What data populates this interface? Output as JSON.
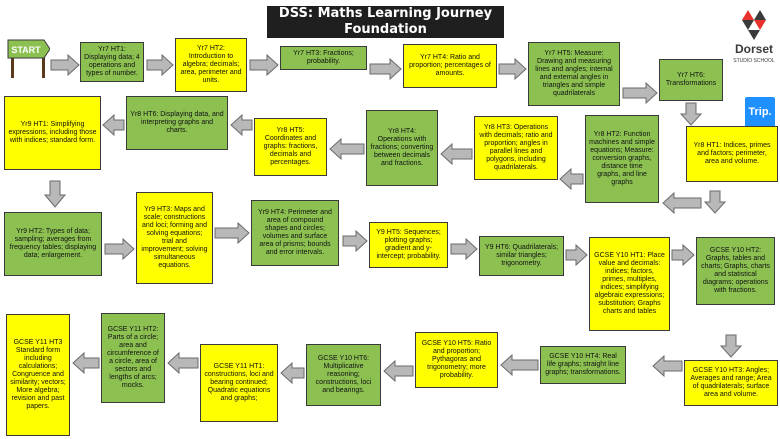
{
  "title": {
    "line1": "DSS: Maths Learning Journey",
    "line2": "Foundation"
  },
  "logo": {
    "name": "Dorset",
    "sub": "STUDIO SCHOOL"
  },
  "start_sign": "START",
  "trip_badge": "Trip.",
  "colors": {
    "yellow": "#ffff00",
    "green": "#8cc152",
    "arrow": "#b8b8b8",
    "title_bg": "#1f1f1f"
  },
  "boxes": {
    "y7ht1": "Yr7 HT1: Displaying data; 4 operations and types of number.",
    "y7ht2": "Yr7 HT2: Introduction to algebra; decimals; area, perimeter and units.",
    "y7ht3": "Yr7 HT3: Fractions; probability.",
    "y7ht4": "Yr7 HT4: Ratio and proportion; percentages of amounts.",
    "y7ht5": "Yr7 HT5: Measure: Drawing and measuring lines and angles; internal and external angles in triangles and simple quadrilaterals",
    "y7ht6": "Yr7 HT6: Transformations",
    "y8ht1": "Yr8 HT1: Indices, primes and factors; perimeter, area and volume.",
    "y8ht2": "Yr8 HT2: Function machines and simple equations; Measure: conversion graphs, distance time graphs, and line graphs",
    "y8ht3": "Yr8 HT3: Operations with decimals; ratio and proportion; angles in parallel lines and polygons, including quadrilaterals.",
    "y8ht4": "Yr8 HT4: Operations with fractions; converting between decimals and fractions.",
    "y8ht5": "Yr8 HT5: Coordinates and graphs: fractions, decimals and percentages.",
    "y8ht6": "Yr8 HT6: Displaying data, and interpreting graphs and charts.",
    "y9ht1": "Yr9 HT1: Simplifying expressions, including those with indices; standard form.",
    "y9ht2": "Yr9 HT2: Types of data; sampling; averages from frequency tables; displaying data; enlargement.",
    "y9ht3": "Yr9 HT3: Maps and scale; constructions and loci; forming and solving equations; trial and improvement; solving simultaneous equations.",
    "y9ht4": "Yr9 HT4: Perimeter and area of compound shapes and circles; volumes and surface area of prisms; bounds and error intervals.",
    "y9ht5": "Y9 HT5: Sequences; plotting graphs; gradient and y-intercept; probability.",
    "y9ht6": "Y9 HT6: Quadrilaterals; similar triangles; trigonometry.",
    "y10ht1": "GCSE Y10 HT1: Place value and decimals: indices; factors, primes, multiples, indices; simplifying algebraic expressions; substitution; Graphs charts and tables",
    "y10ht2": "GCSE Y10 HT2: Graphs, tables and charts; Graphs, charts and statistical diagrams; operations with fractions.",
    "y10ht3": "GCSE Y10 HT3: Angles; Averages and range; Area of quadrilaterals; surface area and volume.",
    "y10ht4": "GCSE Y10 HT4: Real life graphs; straight line graphs; transformations.",
    "y10ht5": "GCSE Y10 HT5: Ratio and proportion; Pythagoras and trigonometry; more probability.",
    "y10ht6": "GCSE Y10 HT6: Multiplicative reasoning; constructions, loci and bearings.",
    "y11ht1": "GCSE Y11 HT1: constructions, loci and bearing continued; Quadratic equations and graphs;",
    "y11ht2": "GCSE Y11 HT2: Parts of a circle; area and circumference of a circle, area of sectors and lengths of arcs; mocks.",
    "y11ht3": "GCSE Y11 HT3 Standard form including calculations; Congruence and similarity; vectors; More algebra; revision and past papers."
  }
}
